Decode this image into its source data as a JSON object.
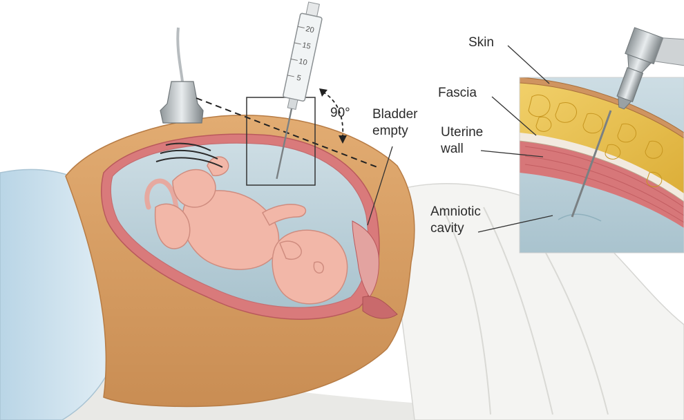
{
  "diagram": {
    "labels": {
      "angle": "90°",
      "bladder": "Bladder\nempty",
      "skin": "Skin",
      "fascia": "Fascia",
      "uterine_wall": "Uterine\nwall",
      "amniotic_cavity": "Amniotic\ncavity"
    },
    "syringe_scale": [
      "20",
      "15",
      "10",
      "5"
    ],
    "colors": {
      "skin": "#d9a167",
      "skin_shadow": "#c4884f",
      "fat": "#e9c24c",
      "fascia": "#f0e6d8",
      "uterine_wall": "#d9797c",
      "amniotic_fluid": "#b9cfd8",
      "fetus": "#f2b7a8",
      "drape": "#f1f1ef",
      "gown": "#cfe3ef"
    }
  }
}
